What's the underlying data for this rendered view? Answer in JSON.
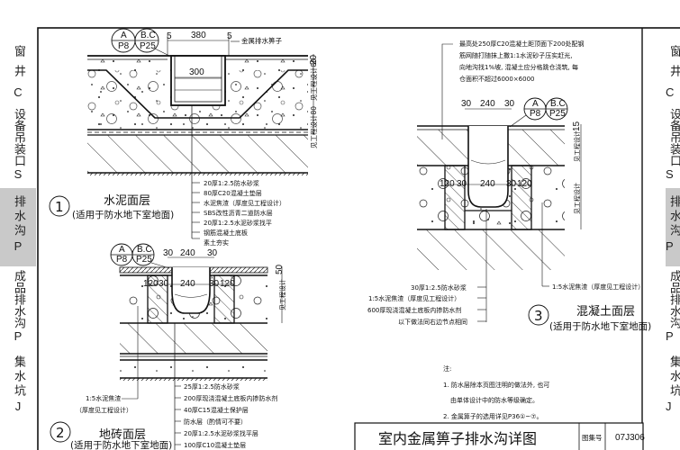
{
  "side_tabs": {
    "items": [
      {
        "label": "窗井",
        "code": "C",
        "active": false
      },
      {
        "label": "设备吊装口",
        "code": "S",
        "active": false
      },
      {
        "label": "排水沟",
        "code": "P",
        "active": true
      },
      {
        "label": "成品排水沟",
        "code": "P",
        "active": false
      },
      {
        "label": "集水坑",
        "code": "J",
        "active": false
      }
    ],
    "active_color": "#c9c9c9"
  },
  "detail1": {
    "number": "1",
    "title": "水泥面层",
    "subtitle": "(适用于防水地下室地面)",
    "ref_a": {
      "top": "A",
      "bottom": "P8"
    },
    "ref_b": {
      "top": "B.C",
      "bottom": "P25"
    },
    "dims": {
      "top_left": "5",
      "top_width": "380",
      "top_right": "5",
      "inner_width": "300",
      "right_top": "20",
      "right_v1": "见工程设计80",
      "right_v2": "见工程设计80"
    },
    "grate_label": "金属排水箅子",
    "layers": [
      "20厚1:2.5防水砂浆",
      "80厚C20混凝土垫层",
      "水泥焦渣（厚度见工程设计）",
      "SBS改性沥青二道防水层",
      "20厚1:2.5水泥砂浆找平",
      "钢筋混凝土底板",
      "素土夯实"
    ]
  },
  "detail2": {
    "number": "2",
    "title": "地砖面层",
    "subtitle": "(适用于防水地下室地面)",
    "ref_a": {
      "top": "A",
      "bottom": "P8"
    },
    "ref_b": {
      "top": "B.C",
      "bottom": "P25"
    },
    "dims": {
      "top_left": "30",
      "top_width": "240",
      "top_right": "30",
      "left_wall": "120",
      "left_gap": "30",
      "inner_width": "240",
      "right_gap": "30",
      "right_wall": "120",
      "right_top": "50",
      "right_v": "见工程设计"
    },
    "left_label_1": "1:5水泥焦渣",
    "left_label_2": "（厚度见工程设计）",
    "layers": [
      "25厚1:2.5防水砂浆",
      "200厚现浇混凝土底板内掺防水剂",
      "40厚C15混凝土保护层",
      "防水层（酌情可不要）",
      "20厚1:2.5水泥砂浆找平层",
      "100厚C10混凝土垫层"
    ]
  },
  "detail3": {
    "number": "3",
    "title": "混凝土面层",
    "subtitle": "(适用于防水地下室地面)",
    "ref_a": {
      "top": "A",
      "bottom": "P8"
    },
    "ref_b": {
      "top": "B.C",
      "bottom": "P25"
    },
    "dims": {
      "top_left": "30",
      "top_width": "240",
      "top_right": "30",
      "left_wall": "120",
      "left_gap": "30",
      "inner_width": "240",
      "right_gap": "30",
      "right_wall": "120",
      "right_top": "15",
      "right_v1": "见工程设计",
      "right_v2": "见工程设计"
    },
    "top_note": [
      "最高处250厚C20混凝土距顶面下200处配钢",
      "筋网随打随抹上撒1:1水泥砂子压实赶光,",
      "向地沟找1%坡, 混凝土应分格跳仓浇筑, 每",
      "仓面积不超过6000×6000"
    ],
    "left_layers": [
      "30厚1:2.5防水砂浆",
      "1:5水泥焦渣（厚度见工程设计）",
      "600厚现浇混凝土底板内掺防水剂",
      "以下做法同右边节点相同"
    ],
    "right_label": "1:5水泥焦渣（厚度见工程设计）"
  },
  "notes": {
    "heading": "注:",
    "items": [
      "1. 防水层除本页图注明的做法外, 也可",
      "由单体设计中的防水等级确定。",
      "2. 金属箅子的选用详见P36①~⑦。"
    ]
  },
  "title_block": {
    "title": "室内金属箅子排水沟详图",
    "atlas_label": "图集号",
    "atlas_no": "07J306"
  }
}
